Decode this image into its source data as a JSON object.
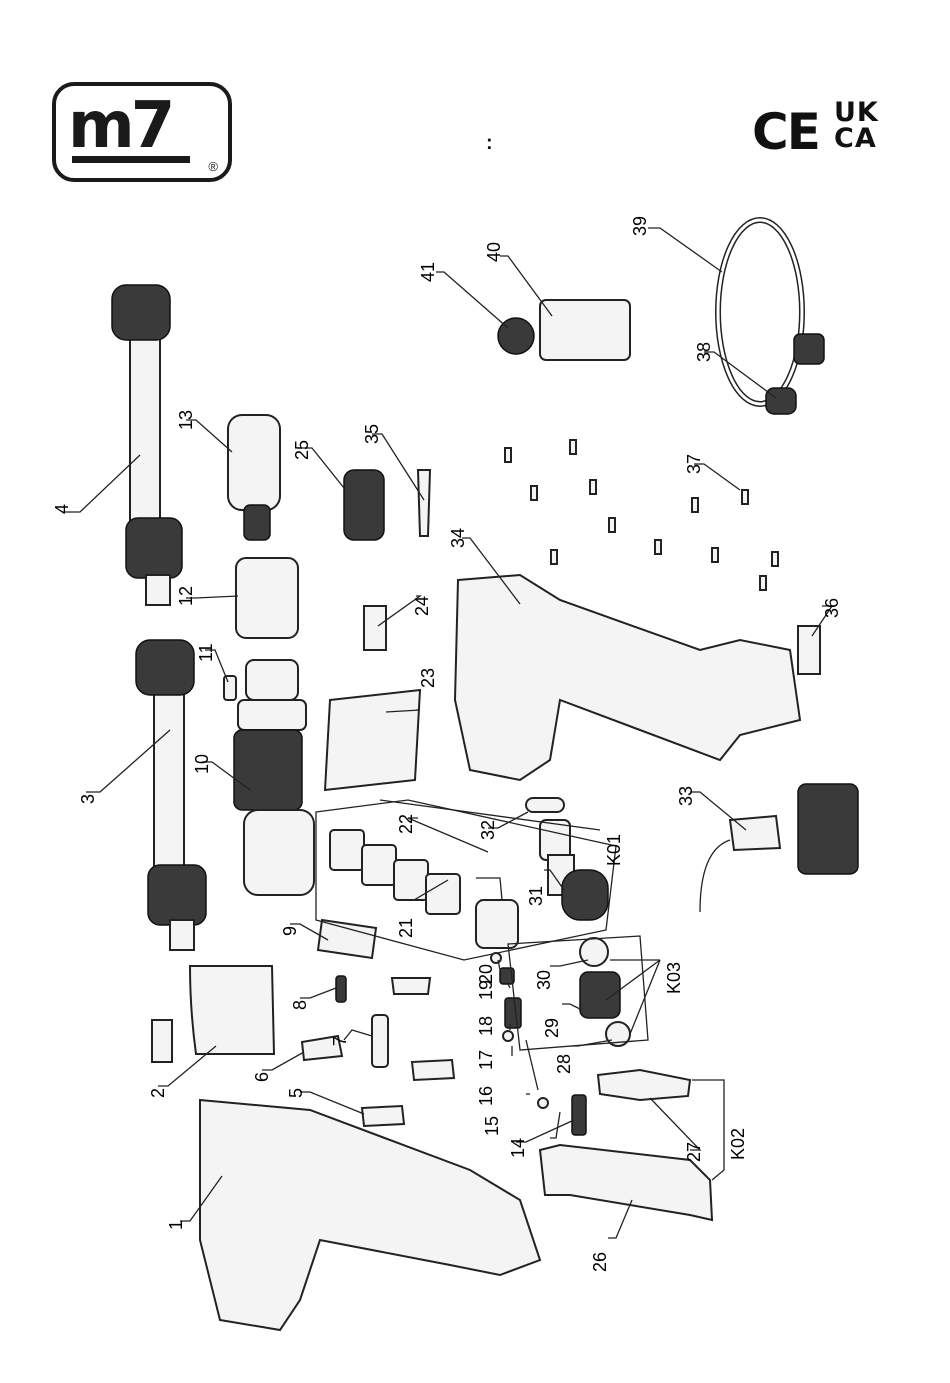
{
  "brand": {
    "logo_text": "m7",
    "registered_mark": "®"
  },
  "certifications": {
    "ce": "CE",
    "ukca_line1": "UK",
    "ukca_line2": "CA"
  },
  "header": {
    "separator": ":"
  },
  "parts": [
    {
      "id": "1",
      "label": "1"
    },
    {
      "id": "2",
      "label": "2"
    },
    {
      "id": "3",
      "label": "3"
    },
    {
      "id": "4",
      "label": "4"
    },
    {
      "id": "5",
      "label": "5"
    },
    {
      "id": "6",
      "label": "6"
    },
    {
      "id": "7",
      "label": "7"
    },
    {
      "id": "8",
      "label": "8"
    },
    {
      "id": "9",
      "label": "9"
    },
    {
      "id": "10",
      "label": "10"
    },
    {
      "id": "11",
      "label": "11"
    },
    {
      "id": "12",
      "label": "12"
    },
    {
      "id": "13",
      "label": "13"
    },
    {
      "id": "14",
      "label": "14"
    },
    {
      "id": "15",
      "label": "15"
    },
    {
      "id": "16",
      "label": "16"
    },
    {
      "id": "17",
      "label": "17"
    },
    {
      "id": "18",
      "label": "18"
    },
    {
      "id": "19",
      "label": "19"
    },
    {
      "id": "20",
      "label": "20"
    },
    {
      "id": "21",
      "label": "21"
    },
    {
      "id": "22",
      "label": "22"
    },
    {
      "id": "23",
      "label": "23"
    },
    {
      "id": "24",
      "label": "24"
    },
    {
      "id": "25",
      "label": "25"
    },
    {
      "id": "26",
      "label": "26"
    },
    {
      "id": "27",
      "label": "27"
    },
    {
      "id": "28",
      "label": "28"
    },
    {
      "id": "29",
      "label": "29"
    },
    {
      "id": "30",
      "label": "30"
    },
    {
      "id": "31",
      "label": "31"
    },
    {
      "id": "32",
      "label": "32"
    },
    {
      "id": "33",
      "label": "33"
    },
    {
      "id": "34",
      "label": "34"
    },
    {
      "id": "35",
      "label": "35"
    },
    {
      "id": "36",
      "label": "36"
    },
    {
      "id": "37",
      "label": "37"
    },
    {
      "id": "38",
      "label": "38"
    },
    {
      "id": "39",
      "label": "39"
    },
    {
      "id": "40",
      "label": "40"
    },
    {
      "id": "41",
      "label": "41"
    }
  ],
  "kits": [
    {
      "id": "K01",
      "label": "K01"
    },
    {
      "id": "K02",
      "label": "K02"
    },
    {
      "id": "K03",
      "label": "K03"
    }
  ]
}
